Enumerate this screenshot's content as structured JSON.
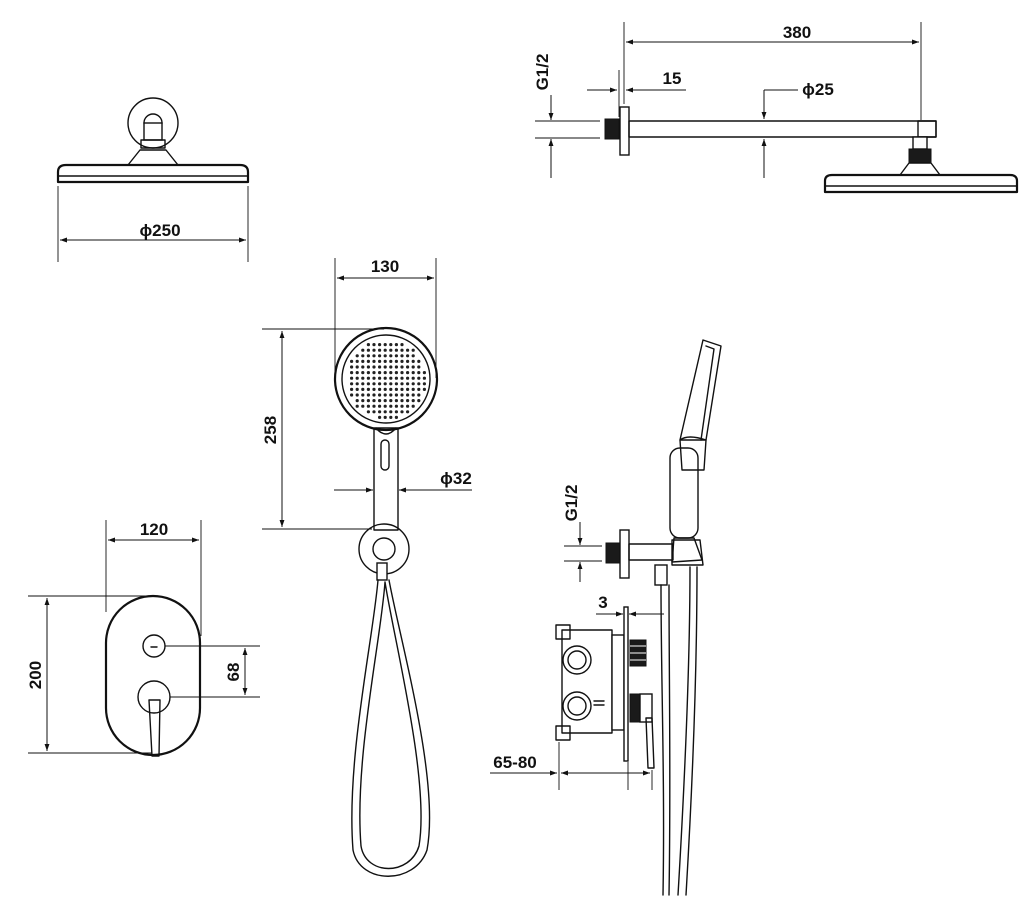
{
  "labels": {
    "head_diameter": "ϕ250",
    "arm_length": "380",
    "arm_thread": "G1/2",
    "flange_depth": "15",
    "arm_diameter": "ϕ25",
    "handset_width": "130",
    "handset_length": "258",
    "handle_diameter": "ϕ32",
    "outlet_thread": "G1/2",
    "plate_gap": "3",
    "plate_width": "120",
    "plate_height": "200",
    "control_spacing": "68",
    "install_depth": "65-80"
  }
}
